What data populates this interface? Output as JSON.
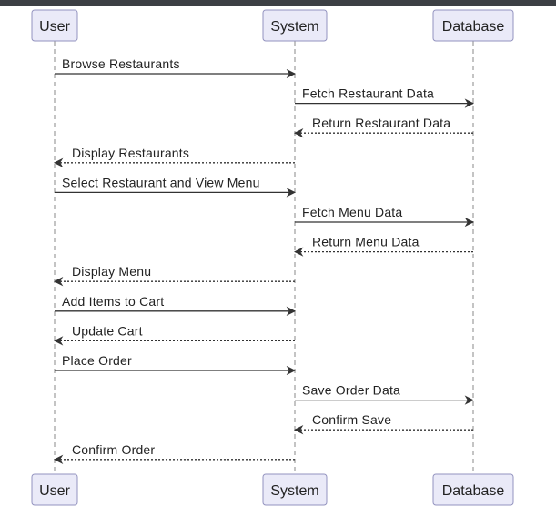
{
  "participants": [
    {
      "id": "user",
      "label": "User"
    },
    {
      "id": "system",
      "label": "System"
    },
    {
      "id": "database",
      "label": "Database"
    }
  ],
  "messages": [
    {
      "from": "user",
      "to": "system",
      "label": "Browse Restaurants",
      "style": "solid"
    },
    {
      "from": "system",
      "to": "database",
      "label": "Fetch Restaurant Data",
      "style": "solid"
    },
    {
      "from": "database",
      "to": "system",
      "label": "Return Restaurant Data",
      "style": "dotted"
    },
    {
      "from": "system",
      "to": "user",
      "label": "Display Restaurants",
      "style": "dotted"
    },
    {
      "from": "user",
      "to": "system",
      "label": "Select Restaurant and View Menu",
      "style": "solid"
    },
    {
      "from": "system",
      "to": "database",
      "label": "Fetch Menu Data",
      "style": "solid"
    },
    {
      "from": "database",
      "to": "system",
      "label": "Return Menu Data",
      "style": "dotted"
    },
    {
      "from": "system",
      "to": "user",
      "label": "Display Menu",
      "style": "dotted"
    },
    {
      "from": "user",
      "to": "system",
      "label": "Add Items to Cart",
      "style": "solid"
    },
    {
      "from": "system",
      "to": "user",
      "label": "Update Cart",
      "style": "dotted"
    },
    {
      "from": "user",
      "to": "system",
      "label": "Place Order",
      "style": "solid"
    },
    {
      "from": "system",
      "to": "database",
      "label": "Save Order Data",
      "style": "solid"
    },
    {
      "from": "database",
      "to": "system",
      "label": "Confirm Save",
      "style": "dotted"
    },
    {
      "from": "system",
      "to": "user",
      "label": "Confirm Order",
      "style": "dotted"
    }
  ],
  "colors": {
    "box_fill": "#eaeaf8",
    "box_stroke": "#9393bf",
    "line": "#333333",
    "text": "#222222",
    "lifeline": "#888888"
  }
}
